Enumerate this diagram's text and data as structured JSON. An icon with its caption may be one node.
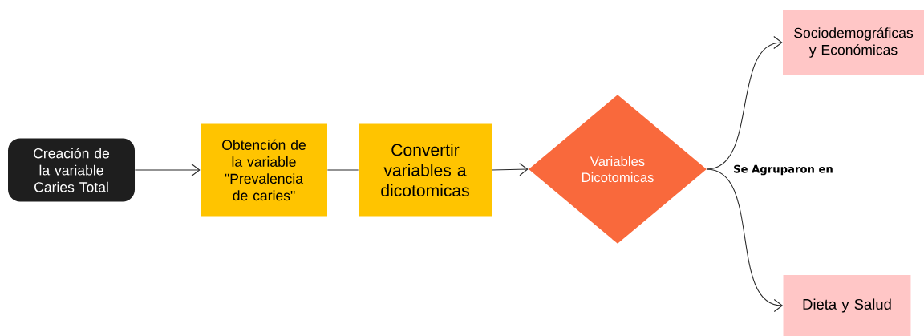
{
  "diagram": {
    "nodes": [
      {
        "text": [
          "Creación de la variable Caries Total"
        ]
      },
      {
        "text": [
          "Obtención de la variable \"Prevalencia de caries\""
        ]
      },
      {
        "text": [
          "Convertir variables a dicotomicas"
        ]
      },
      {
        "text": [
          "Variables Dicotomicas"
        ]
      },
      {
        "text": [
          "Sociodemográficas y Económicas"
        ]
      },
      {
        "text": [
          "Dieta y Salud"
        ]
      }
    ],
    "edges": [
      {
        "from": 0,
        "to": 1,
        "arrow": "to"
      },
      {
        "from": 1,
        "to": 2,
        "arrow": "none"
      },
      {
        "from": 2,
        "to": 3,
        "arrow": "to"
      },
      {
        "from": 3,
        "to": 4,
        "arrow": "to"
      },
      {
        "from": 3,
        "to": 5,
        "arrow": "to"
      }
    ],
    "labels": [
      "Se Agruparon en"
    ]
  }
}
